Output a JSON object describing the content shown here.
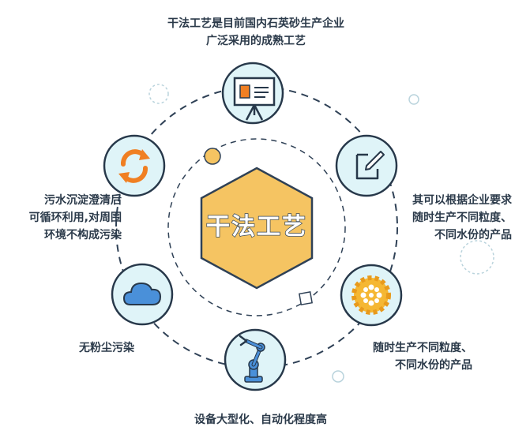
{
  "center": {
    "label": "干法工艺"
  },
  "nodes": [
    {
      "id": "top",
      "icon": "presentation-board-icon",
      "lines": [
        "干法工艺是目前国内石英砂生产企业",
        "广泛采用的成熟工艺"
      ]
    },
    {
      "id": "right-upper",
      "icon": "edit-document-icon",
      "lines": [
        "其可以根据企业要求",
        "随时生产不同粒度、",
        "不同水份的产品"
      ]
    },
    {
      "id": "right-lower",
      "icon": "gear-icon",
      "lines": [
        "随时生产不同粒度、",
        "不同水份的产品"
      ]
    },
    {
      "id": "bottom",
      "icon": "robot-arm-icon",
      "lines": [
        "设备大型化、自动化程度高"
      ]
    },
    {
      "id": "left-lower",
      "icon": "cloud-icon",
      "lines": [
        "无粉尘污染"
      ]
    },
    {
      "id": "left-upper",
      "icon": "recycle-arrows-icon",
      "lines": [
        "污水沉淀澄清后",
        "可循环利用,对周围",
        "环境不构成污染"
      ]
    }
  ],
  "colors": {
    "accent": "#f5c462",
    "node_fill": "#dff4f8",
    "node_stroke": "#27384a",
    "ring": "#2f4156",
    "icon_blue": "#4a90d9",
    "icon_orange": "#f07f22"
  }
}
